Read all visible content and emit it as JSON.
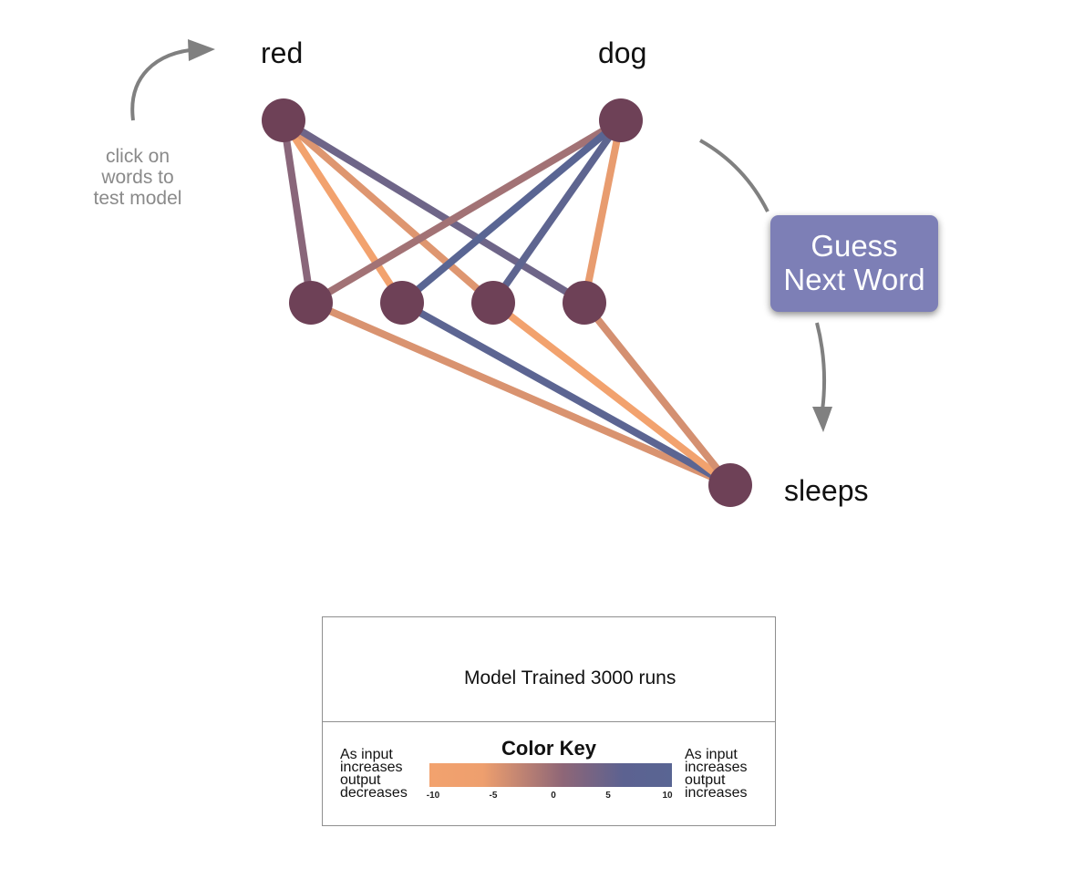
{
  "hint": {
    "line1": "click on",
    "line2": "words to",
    "line3": "test model"
  },
  "inputs": [
    {
      "label": "red"
    },
    {
      "label": "dog"
    }
  ],
  "output": {
    "label": "sleeps"
  },
  "guess_button": {
    "line1": "Guess",
    "line2": "Next Word"
  },
  "status": {
    "text": "Model Trained 3000 runs"
  },
  "color_key": {
    "title": "Color Key",
    "left_text": [
      "As input",
      "increases",
      "output",
      "decreases"
    ],
    "right_text": [
      "As input",
      "increases",
      "output",
      "increases"
    ],
    "ticks": [
      "-10",
      "-5",
      "0",
      "5",
      "10"
    ],
    "range": [
      -10,
      10
    ],
    "colors": {
      "negative": "#f2a26e",
      "middle": "#8e6677",
      "positive": "#596593"
    }
  },
  "colors": {
    "node": "#6e4157",
    "button": "#7d7fb6",
    "arrow": "#808080"
  },
  "network": {
    "input_to_hidden": [
      [
        1.0,
        -10.0,
        -8.0,
        6.0
      ],
      [
        -2.0,
        10.0,
        9.0,
        -9.0
      ]
    ],
    "hidden_to_output": [
      -7.5,
      9.5,
      -10.0,
      -7.0
    ]
  }
}
